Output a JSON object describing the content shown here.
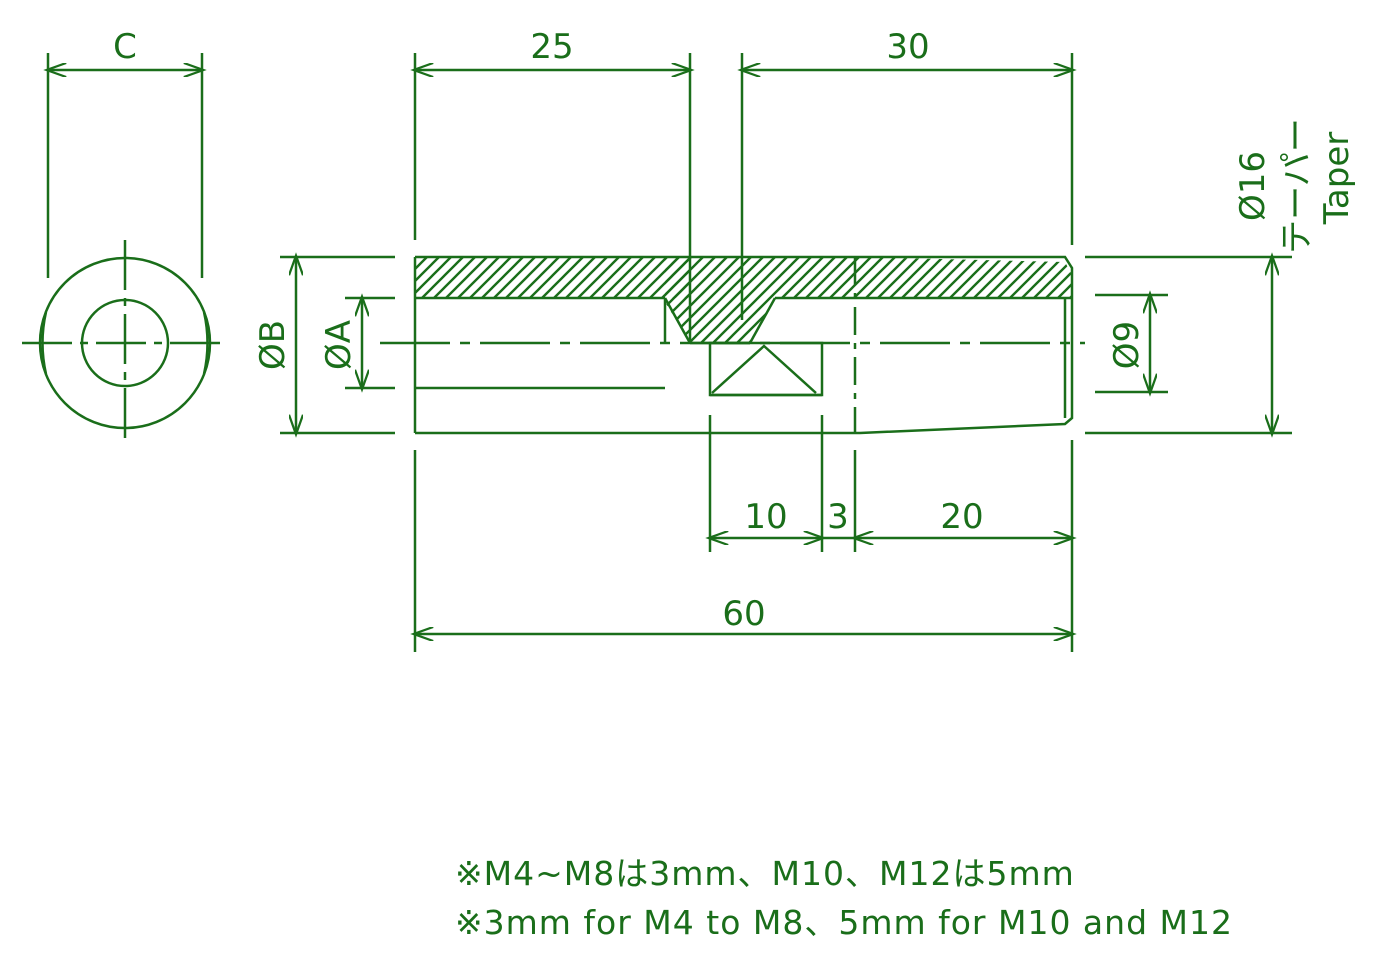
{
  "colors": {
    "line": "#1a6e1a",
    "background": "#ffffff"
  },
  "side_view": {
    "width_label": "C"
  },
  "front_view": {
    "dim_bore_length": "25",
    "dim_taper_length": "30",
    "dim_diameter_b": "ØB",
    "dim_diameter_a": "ØA",
    "dim_diameter_9": "Ø9",
    "dim_diameter_16": "Ø16",
    "taper_label_jp": "テーパー",
    "taper_label_en": "Taper",
    "dim_cone_length": "10",
    "dim_gap": "3",
    "dim_thread_length": "20",
    "dim_total_length": "60"
  },
  "notes": {
    "jp": "※M4~M8は3mm、M10、M12は5mm",
    "en": "※3mm for M4 to M8、5mm for M10 and M12"
  }
}
